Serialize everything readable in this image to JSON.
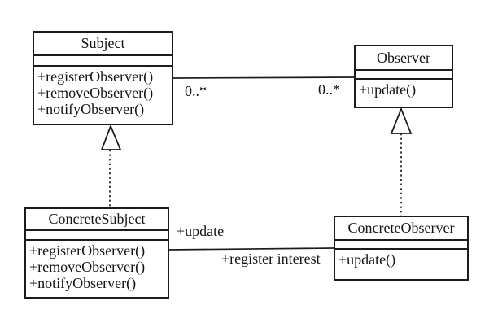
{
  "diagram": {
    "kind": "uml-class-diagram",
    "classes": [
      {
        "name": "Subject",
        "attributes": [],
        "methods": [
          "+registerObserver()",
          "+removeObserver()",
          "+notifyObserver()"
        ]
      },
      {
        "name": "Observer",
        "attributes": [],
        "methods": [
          "+update()"
        ]
      },
      {
        "name": "ConcreteSubject",
        "attributes": [],
        "methods": [
          "+registerObserver()",
          "+removeObserver()",
          "+notifyObserver()"
        ]
      },
      {
        "name": "ConcreteObserver",
        "attributes": [],
        "methods": [
          "+update()"
        ]
      }
    ],
    "relations": {
      "subject_observer_association": {
        "source_multiplicity": "0..*",
        "target_multiplicity": "0..*"
      },
      "concrete_association": {
        "update_label": "+update",
        "register_interest_label": "+register interest"
      },
      "generalizations": [
        {
          "from": "ConcreteSubject",
          "to": "Subject",
          "style": "dashed-hollow-triangle"
        },
        {
          "from": "ConcreteObserver",
          "to": "Observer",
          "style": "dashed-hollow-triangle"
        }
      ]
    },
    "colors": {
      "line": "#1c1c1c",
      "text": "#141414",
      "box_fill": "#ffffff",
      "background": "#ffffff"
    }
  }
}
